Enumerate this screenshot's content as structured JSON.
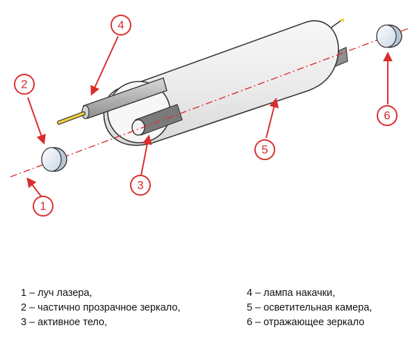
{
  "colors": {
    "accent_red": "#d92e2e",
    "tube_fill": "#f2f2f2",
    "tube_stroke": "#333333",
    "rod_fill": "#bdbdbd",
    "lamp_wire": "#f2d23a"
  },
  "markers": [
    {
      "id": "1",
      "label": "1"
    },
    {
      "id": "2",
      "label": "2"
    },
    {
      "id": "3",
      "label": "3"
    },
    {
      "id": "4",
      "label": "4"
    },
    {
      "id": "5",
      "label": "5"
    },
    {
      "id": "6",
      "label": "6"
    }
  ],
  "legend": {
    "left": [
      "1 – луч лазера,",
      "2 – частично прозрачное зеркало,",
      "3 – активное тело,"
    ],
    "right": [
      "4 – лампа накачки,",
      "5 – осветительная камера,",
      "6 – отражающее зеркало"
    ]
  }
}
